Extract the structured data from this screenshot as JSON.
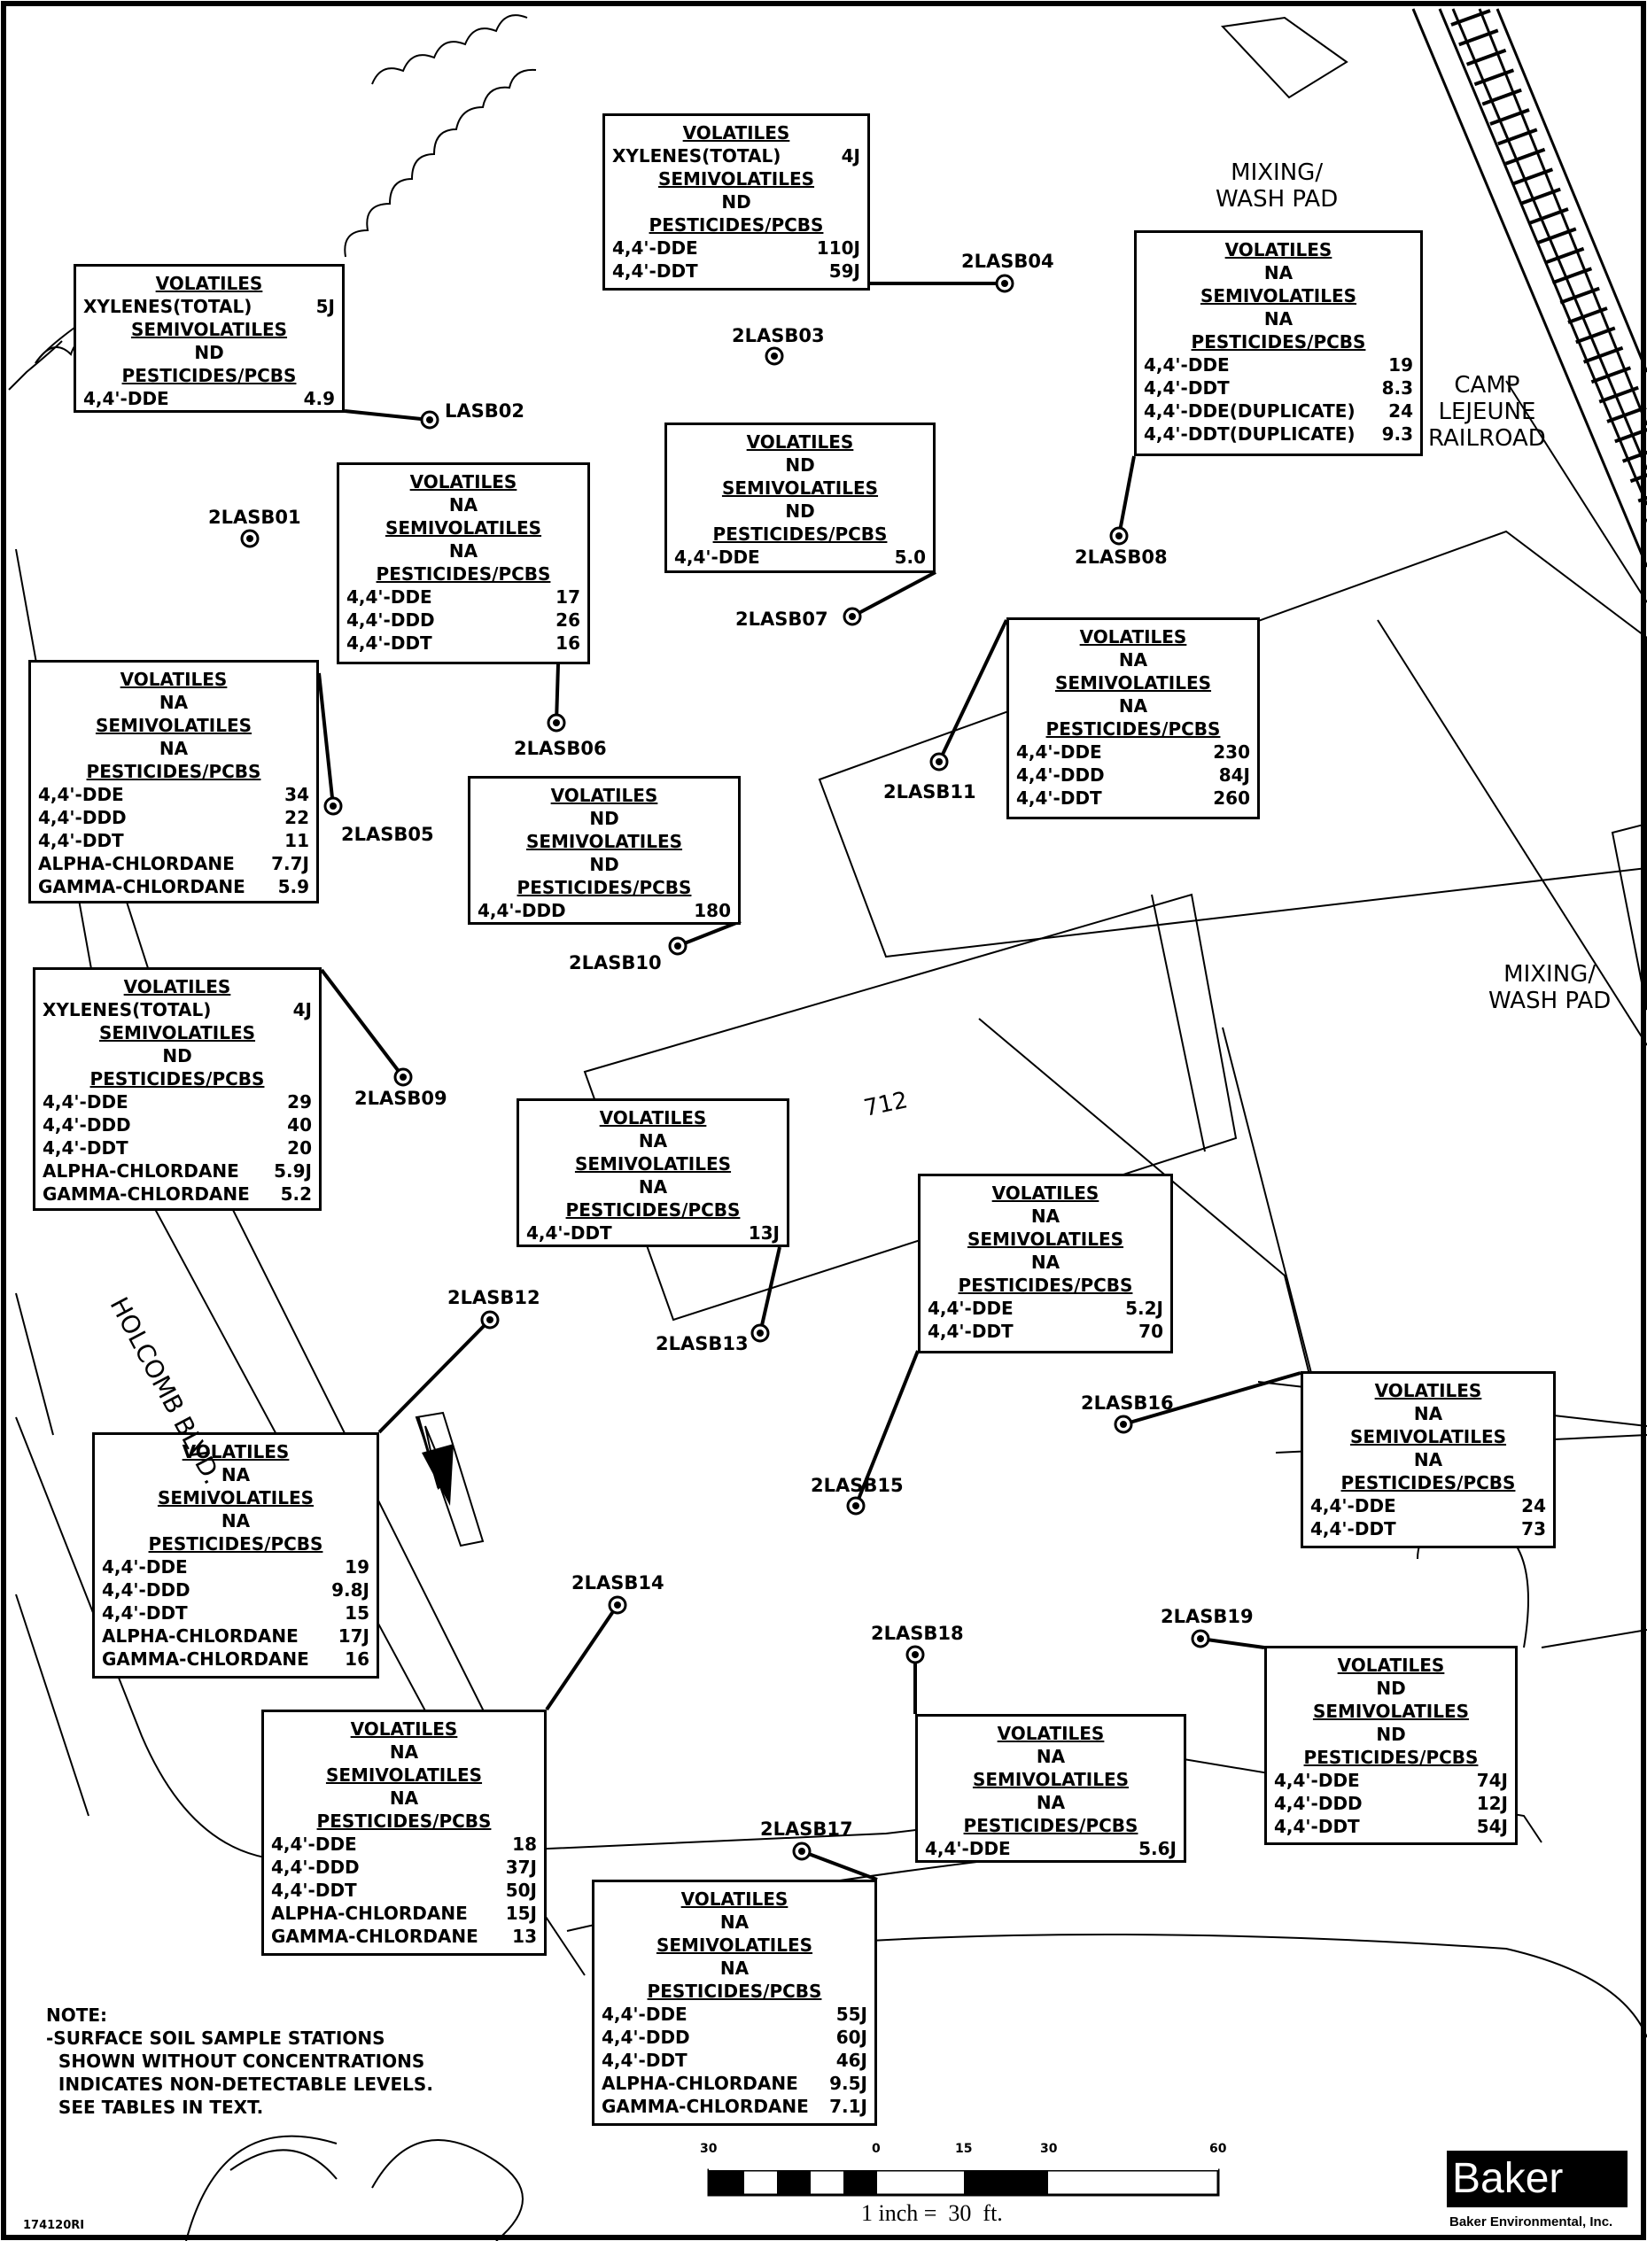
{
  "boxes": [
    {
      "id": "lasb02",
      "h": [
        {
          "t": "h",
          "v": "VOLATILES"
        },
        {
          "t": "r",
          "l": "XYLENES(TOTAL)",
          "v": "5J"
        },
        {
          "t": "h",
          "v": "SEMIVOLATILES"
        },
        {
          "t": "c",
          "v": "ND"
        },
        {
          "t": "h",
          "v": "PESTICIDES/PCBS"
        },
        {
          "t": "r",
          "l": "4,4'-DDE",
          "v": "4.9"
        }
      ]
    },
    {
      "id": "lasb04",
      "h": [
        {
          "t": "h",
          "v": "VOLATILES"
        },
        {
          "t": "r",
          "l": "XYLENES(TOTAL)",
          "v": "4J"
        },
        {
          "t": "h",
          "v": "SEMIVOLATILES"
        },
        {
          "t": "c",
          "v": "ND"
        },
        {
          "t": "h",
          "v": "PESTICIDES/PCBS"
        },
        {
          "t": "r",
          "l": "4,4'-DDE",
          "v": "110J"
        },
        {
          "t": "r",
          "l": "4,4'-DDT",
          "v": "59J"
        }
      ]
    },
    {
      "id": "lasb08",
      "h": [
        {
          "t": "h",
          "v": "VOLATILES"
        },
        {
          "t": "c",
          "v": "NA"
        },
        {
          "t": "h",
          "v": "SEMIVOLATILES"
        },
        {
          "t": "c",
          "v": "NA"
        },
        {
          "t": "h",
          "v": "PESTICIDES/PCBS"
        },
        {
          "t": "r",
          "l": "4,4'-DDE",
          "v": "19"
        },
        {
          "t": "r",
          "l": "4,4'-DDT",
          "v": "8.3"
        },
        {
          "t": "r",
          "l": "4,4'-DDE(DUPLICATE)",
          "v": "24"
        },
        {
          "t": "r",
          "l": "4,4'-DDT(DUPLICATE)",
          "v": "9.3"
        }
      ]
    },
    {
      "id": "lasb06",
      "h": [
        {
          "t": "h",
          "v": "VOLATILES"
        },
        {
          "t": "c",
          "v": "NA"
        },
        {
          "t": "h",
          "v": "SEMIVOLATILES"
        },
        {
          "t": "c",
          "v": "NA"
        },
        {
          "t": "h",
          "v": "PESTICIDES/PCBS"
        },
        {
          "t": "r",
          "l": "4,4'-DDE",
          "v": "17"
        },
        {
          "t": "r",
          "l": "4,4'-DDD",
          "v": "26"
        },
        {
          "t": "r",
          "l": "4,4'-DDT",
          "v": "16"
        }
      ]
    },
    {
      "id": "lasb07",
      "h": [
        {
          "t": "h",
          "v": "VOLATILES"
        },
        {
          "t": "c",
          "v": "ND"
        },
        {
          "t": "h",
          "v": "SEMIVOLATILES"
        },
        {
          "t": "c",
          "v": "ND"
        },
        {
          "t": "h",
          "v": "PESTICIDES/PCBS"
        },
        {
          "t": "r",
          "l": "4,4'-DDE",
          "v": "5.0"
        }
      ]
    },
    {
      "id": "lasb05",
      "h": [
        {
          "t": "h",
          "v": "VOLATILES"
        },
        {
          "t": "c",
          "v": "NA"
        },
        {
          "t": "h",
          "v": "SEMIVOLATILES"
        },
        {
          "t": "c",
          "v": "NA"
        },
        {
          "t": "h",
          "v": "PESTICIDES/PCBS"
        },
        {
          "t": "r",
          "l": "4,4'-DDE",
          "v": "34"
        },
        {
          "t": "r",
          "l": "4,4'-DDD",
          "v": "22"
        },
        {
          "t": "r",
          "l": "4,4'-DDT",
          "v": "11"
        },
        {
          "t": "r",
          "l": "ALPHA-CHLORDANE",
          "v": "7.7J"
        },
        {
          "t": "r",
          "l": "GAMMA-CHLORDANE",
          "v": "5.9"
        }
      ]
    },
    {
      "id": "lasb11",
      "h": [
        {
          "t": "h",
          "v": "VOLATILES"
        },
        {
          "t": "c",
          "v": "NA"
        },
        {
          "t": "h",
          "v": "SEMIVOLATILES"
        },
        {
          "t": "c",
          "v": "NA"
        },
        {
          "t": "h",
          "v": "PESTICIDES/PCBS"
        },
        {
          "t": "r",
          "l": "4,4'-DDE",
          "v": "230"
        },
        {
          "t": "r",
          "l": "4,4'-DDD",
          "v": "84J"
        },
        {
          "t": "r",
          "l": "4,4'-DDT",
          "v": "260"
        }
      ]
    },
    {
      "id": "lasb10",
      "h": [
        {
          "t": "h",
          "v": "VOLATILES"
        },
        {
          "t": "c",
          "v": "ND"
        },
        {
          "t": "h",
          "v": "SEMIVOLATILES"
        },
        {
          "t": "c",
          "v": "ND"
        },
        {
          "t": "h",
          "v": "PESTICIDES/PCBS"
        },
        {
          "t": "r",
          "l": "4,4'-DDD",
          "v": "180"
        }
      ]
    },
    {
      "id": "lasb09",
      "h": [
        {
          "t": "h",
          "v": "VOLATILES"
        },
        {
          "t": "r",
          "l": "XYLENES(TOTAL)",
          "v": "4J"
        },
        {
          "t": "h",
          "v": "SEMIVOLATILES"
        },
        {
          "t": "c",
          "v": "ND"
        },
        {
          "t": "h",
          "v": "PESTICIDES/PCBS"
        },
        {
          "t": "r",
          "l": "4,4'-DDE",
          "v": "29"
        },
        {
          "t": "r",
          "l": "4,4'-DDD",
          "v": "40"
        },
        {
          "t": "r",
          "l": "4,4'-DDT",
          "v": "20"
        },
        {
          "t": "r",
          "l": "ALPHA-CHLORDANE",
          "v": "5.9J"
        },
        {
          "t": "r",
          "l": "GAMMA-CHLORDANE",
          "v": "5.2"
        }
      ]
    },
    {
      "id": "lasb13",
      "h": [
        {
          "t": "h",
          "v": "VOLATILES"
        },
        {
          "t": "c",
          "v": "NA"
        },
        {
          "t": "h",
          "v": "SEMIVOLATILES"
        },
        {
          "t": "c",
          "v": "NA"
        },
        {
          "t": "h",
          "v": "PESTICIDES/PCBS"
        },
        {
          "t": "r",
          "l": "4,4'-DDT",
          "v": "13J"
        }
      ]
    },
    {
      "id": "lasb15",
      "h": [
        {
          "t": "h",
          "v": "VOLATILES"
        },
        {
          "t": "c",
          "v": "NA"
        },
        {
          "t": "h",
          "v": "SEMIVOLATILES"
        },
        {
          "t": "c",
          "v": "NA"
        },
        {
          "t": "h",
          "v": "PESTICIDES/PCBS"
        },
        {
          "t": "r",
          "l": "4,4'-DDE",
          "v": "5.2J"
        },
        {
          "t": "r",
          "l": "4,4'-DDT",
          "v": "70"
        }
      ]
    },
    {
      "id": "lasb16",
      "h": [
        {
          "t": "h",
          "v": "VOLATILES"
        },
        {
          "t": "c",
          "v": "NA"
        },
        {
          "t": "h",
          "v": "SEMIVOLATILES"
        },
        {
          "t": "c",
          "v": "NA"
        },
        {
          "t": "h",
          "v": "PESTICIDES/PCBS"
        },
        {
          "t": "r",
          "l": "4,4'-DDE",
          "v": "24"
        },
        {
          "t": "r",
          "l": "4,4'-DDT",
          "v": "73"
        }
      ]
    },
    {
      "id": "lasb12",
      "h": [
        {
          "t": "h",
          "v": "VOLATILES"
        },
        {
          "t": "c",
          "v": "NA"
        },
        {
          "t": "h",
          "v": "SEMIVOLATILES"
        },
        {
          "t": "c",
          "v": "NA"
        },
        {
          "t": "h",
          "v": "PESTICIDES/PCBS"
        },
        {
          "t": "r",
          "l": "4,4'-DDE",
          "v": "19"
        },
        {
          "t": "r",
          "l": "4,4'-DDD",
          "v": "9.8J"
        },
        {
          "t": "r",
          "l": "4,4'-DDT",
          "v": "15"
        },
        {
          "t": "r",
          "l": "ALPHA-CHLORDANE",
          "v": "17J"
        },
        {
          "t": "r",
          "l": "GAMMA-CHLORDANE",
          "v": "16"
        }
      ]
    },
    {
      "id": "lasb19",
      "h": [
        {
          "t": "h",
          "v": "VOLATILES"
        },
        {
          "t": "c",
          "v": "ND"
        },
        {
          "t": "h",
          "v": "SEMIVOLATILES"
        },
        {
          "t": "c",
          "v": "ND"
        },
        {
          "t": "h",
          "v": "PESTICIDES/PCBS"
        },
        {
          "t": "r",
          "l": "4,4'-DDE",
          "v": "74J"
        },
        {
          "t": "r",
          "l": "4,4'-DDD",
          "v": "12J"
        },
        {
          "t": "r",
          "l": "4,4'-DDT",
          "v": "54J"
        }
      ]
    },
    {
      "id": "lasb18",
      "h": [
        {
          "t": "h",
          "v": "VOLATILES"
        },
        {
          "t": "c",
          "v": "NA"
        },
        {
          "t": "h",
          "v": "SEMIVOLATILES"
        },
        {
          "t": "c",
          "v": "NA"
        },
        {
          "t": "h",
          "v": "PESTICIDES/PCBS"
        },
        {
          "t": "r",
          "l": "4,4'-DDE",
          "v": "5.6J"
        }
      ]
    },
    {
      "id": "lasb14",
      "h": [
        {
          "t": "h",
          "v": "VOLATILES"
        },
        {
          "t": "c",
          "v": "NA"
        },
        {
          "t": "h",
          "v": "SEMIVOLATILES"
        },
        {
          "t": "c",
          "v": "NA"
        },
        {
          "t": "h",
          "v": "PESTICIDES/PCBS"
        },
        {
          "t": "r",
          "l": "4,4'-DDE",
          "v": "18"
        },
        {
          "t": "r",
          "l": "4,4'-DDD",
          "v": "37J"
        },
        {
          "t": "r",
          "l": "4,4'-DDT",
          "v": "50J"
        },
        {
          "t": "r",
          "l": "ALPHA-CHLORDANE",
          "v": "15J"
        },
        {
          "t": "r",
          "l": "GAMMA-CHLORDANE",
          "v": "13"
        }
      ]
    },
    {
      "id": "lasb17",
      "h": [
        {
          "t": "h",
          "v": "VOLATILES"
        },
        {
          "t": "c",
          "v": "NA"
        },
        {
          "t": "h",
          "v": "SEMIVOLATILES"
        },
        {
          "t": "c",
          "v": "NA"
        },
        {
          "t": "h",
          "v": "PESTICIDES/PCBS"
        },
        {
          "t": "r",
          "l": "4,4'-DDE",
          "v": "55J"
        },
        {
          "t": "r",
          "l": "4,4'-DDD",
          "v": "60J"
        },
        {
          "t": "r",
          "l": "4,4'-DDT",
          "v": "46J"
        },
        {
          "t": "r",
          "l": "ALPHA-CHLORDANE",
          "v": "9.5J"
        },
        {
          "t": "r",
          "l": "GAMMA-CHLORDANE",
          "v": "7.1J"
        }
      ]
    }
  ],
  "stations": {
    "s01": "2LASB01",
    "s02": "LASB02",
    "s03": "2LASB03",
    "s04": "2LASB04",
    "s05": "2LASB05",
    "s06": "2LASB06",
    "s07": "2LASB07",
    "s08": "2LASB08",
    "s09": "2LASB09",
    "s10": "2LASB10",
    "s11": "2LASB11",
    "s12": "2LASB12",
    "s13": "2LASB13",
    "s14": "2LASB14",
    "s15": "2LASB15",
    "s16": "2LASB16",
    "s17": "2LASB17",
    "s18": "2LASB18",
    "s19": "2LASB19"
  },
  "areas": {
    "mixing_top": "MIXING/\nWASH PAD",
    "mixing_right": "MIXING/\nWASH PAD",
    "railroad": "CAMP\nLEJEUNE\nRAILROAD",
    "building": "712",
    "road": "HOLCOMB BLVD."
  },
  "note": "NOTE:\n-SURFACE SOIL SAMPLE STATIONS\n  SHOWN WITHOUT CONCENTRATIONS\n  INDICATES NON-DETECTABLE LEVELS.\n  SEE TABLES IN TEXT.",
  "scale": {
    "ticks": [
      "30",
      "0",
      "15",
      "30",
      "60"
    ],
    "caption": "1 inch =  30  ft."
  },
  "logo": {
    "name": "Baker",
    "sub": "Baker Environmental, Inc."
  },
  "figure_id": "174120RI"
}
